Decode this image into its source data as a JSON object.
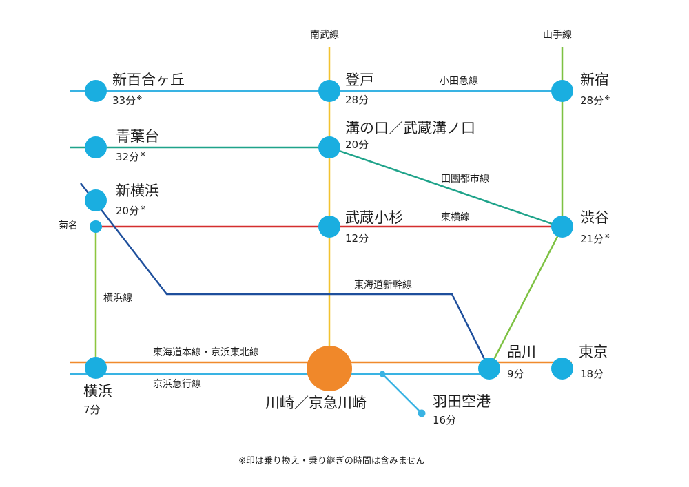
{
  "colors": {
    "nambu": "#F2C230",
    "yamanote": "#7DC142",
    "odakyu": "#39B3E3",
    "denentoshi": "#1FA38A",
    "toyoko": "#D42E2E",
    "shinkansen": "#1E4F9C",
    "yokohama": "#8DC63F",
    "tokaido": "#F08A2C",
    "keikyu": "#39B3E3",
    "station": "#1AAEE0",
    "hub": "#F0882A"
  },
  "lines": {
    "nambu": "南武線",
    "yamanote": "山手線",
    "odakyu": "小田急線",
    "denentoshi": "田園都市線",
    "toyoko": "東横線",
    "shinkansen": "東海道新幹線",
    "yokohama": "横浜線",
    "tokaido": "東海道本線・京浜東北線",
    "keikyu": "京浜急行線"
  },
  "stations": {
    "shinyurigaoka": {
      "name": "新百合ヶ丘",
      "time": "33分",
      "mark": "※"
    },
    "noborito": {
      "name": "登戸",
      "time": "28分"
    },
    "shinjuku": {
      "name": "新宿",
      "time": "28分",
      "mark": "※"
    },
    "aobadai": {
      "name": "青葉台",
      "time": "32分",
      "mark": "※"
    },
    "mizonokuchi": {
      "name": "溝の口／武蔵溝ノ口",
      "time": "20分"
    },
    "shinyokohama": {
      "name": "新横浜",
      "time": "20分",
      "mark": "※"
    },
    "kikuna": {
      "name": "菊名"
    },
    "musashikosugi": {
      "name": "武蔵小杉",
      "time": "12分"
    },
    "shibuya": {
      "name": "渋谷",
      "time": "21分",
      "mark": "※"
    },
    "yokohama": {
      "name": "横浜",
      "time": "7分"
    },
    "kawasaki": {
      "name": "川崎／京急川崎"
    },
    "shinagawa": {
      "name": "品川",
      "time": "9分"
    },
    "tokyo": {
      "name": "東京",
      "time": "18分"
    },
    "haneda": {
      "name": "羽田空港",
      "time": "16分"
    }
  },
  "note": "※印は乗り換え・乗り継ぎの時間は含みません"
}
